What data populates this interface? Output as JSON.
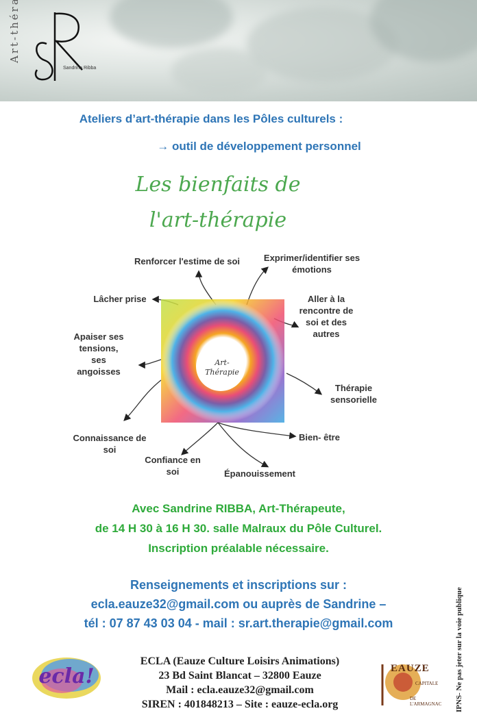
{
  "header": {
    "brand_vertical": "Art-thérapie",
    "monogram": "SR",
    "brand_name": "Sandrine Ribba"
  },
  "intro": {
    "line1": "Ateliers d’art-thérapie dans les Pôles culturels :",
    "line2": "→ outil de développement personnel"
  },
  "title": {
    "line1": "Les bienfaits de",
    "line2": "l'art-thérapie"
  },
  "diagram": {
    "center": "Art-Thérapie",
    "benefits": [
      "Renforcer l'estime de soi",
      "Exprimer/identifier ses émotions",
      "Lâcher prise",
      "Aller à la rencontre de soi et des autres",
      "Apaiser ses tensions, ses angoisses",
      "Thérapie sensorielle",
      "Connaissance de soi",
      "Bien- être",
      "Confiance en soi",
      "Épanouissement"
    ]
  },
  "info": {
    "line1": "Avec Sandrine RIBBA, Art-Thérapeute,",
    "line2": "de 14 H 30 à 16 H 30. salle Malraux du Pôle Culturel.",
    "line3": "Inscription préalable nécessaire."
  },
  "contact": {
    "line1": "Renseignements et inscriptions sur :",
    "line2": "ecla.eauze32@gmail.com ou auprès de Sandrine –",
    "line3": "tél : 07 87 43 03 04 - mail : sr.art.therapie@gmail.com"
  },
  "footer": {
    "line1": "ECLA (Eauze Culture Loisirs Animations)",
    "line2": "23 Bd Saint Blancat – 32800 Eauze",
    "line3": "Mail : ecla.eauze32@gmail.com",
    "line4": "SIREN : 401848213 – Site : eauze-ecla.org",
    "logo_left": "ecla!",
    "logo_right": "EAUZE",
    "logo_right_sub1": "CAPITALE",
    "logo_right_sub2": "DE L'ARMAGNAC"
  },
  "side_note": "IPNS- Ne pas jeter sur la voie publique",
  "colors": {
    "blue": "#2e75b6",
    "green": "#2eaa3a",
    "title_green": "#4ca84f"
  }
}
